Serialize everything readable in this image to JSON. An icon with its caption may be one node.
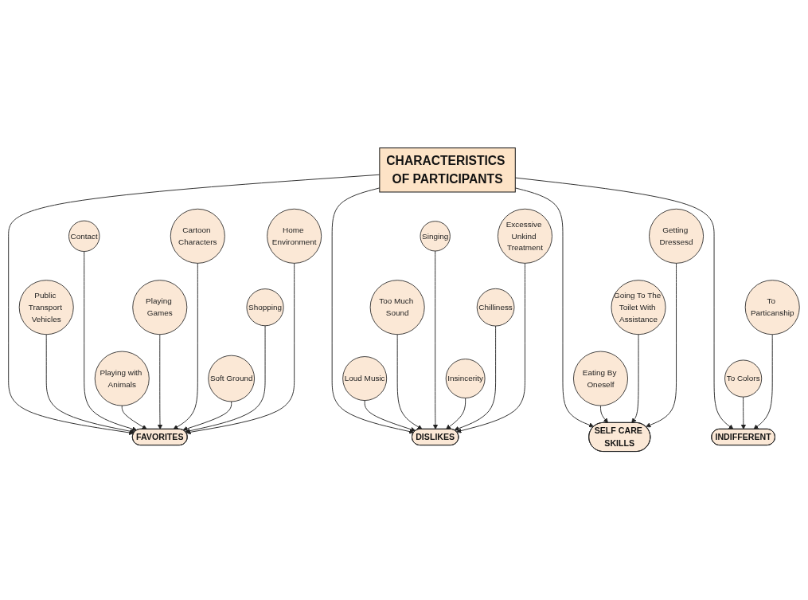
{
  "diagram": {
    "nodes": [
      {
        "text": [
          "CHARACTERISTICS OF PARTICIPANTS"
        ]
      },
      {
        "text": [
          "FAVORITES"
        ]
      },
      {
        "text": [
          "Public Transport Vehicles"
        ]
      },
      {
        "text": [
          "Contact"
        ]
      },
      {
        "text": [
          "Playing with Animals"
        ]
      },
      {
        "text": [
          "Playing Games"
        ]
      },
      {
        "text": [
          "Cartoon Characters"
        ]
      },
      {
        "text": [
          "Soft Ground"
        ]
      },
      {
        "text": [
          "Shopping"
        ]
      },
      {
        "text": [
          "Home Environment"
        ]
      },
      {
        "text": [
          "DISLIKES"
        ]
      },
      {
        "text": [
          "Loud Music"
        ]
      },
      {
        "text": [
          "Too Much Sound"
        ]
      },
      {
        "text": [
          "Singing"
        ]
      },
      {
        "text": [
          "Insincerity"
        ]
      },
      {
        "text": [
          "Chilliness"
        ]
      },
      {
        "text": [
          "Excessive Unkind Treatment"
        ]
      },
      {
        "text": [
          "SELF CARE SKILLS"
        ]
      },
      {
        "text": [
          "Eating By Oneself"
        ]
      },
      {
        "text": [
          "Going To The Toilet With Assistance"
        ]
      },
      {
        "text": [
          "Getting Dressesd"
        ]
      },
      {
        "text": [
          "INDIFFERENT"
        ]
      },
      {
        "text": [
          "To Colors"
        ]
      },
      {
        "text": [
          "To Particanship"
        ]
      }
    ],
    "edges": [
      {
        "from": 0,
        "to": 1,
        "arrow": "to"
      },
      {
        "from": 0,
        "to": 10,
        "arrow": "to"
      },
      {
        "from": 0,
        "to": 17,
        "arrow": "to"
      },
      {
        "from": 0,
        "to": 21,
        "arrow": "to"
      },
      {
        "from": 2,
        "to": 1,
        "arrow": "to"
      },
      {
        "from": 3,
        "to": 1,
        "arrow": "to"
      },
      {
        "from": 4,
        "to": 1,
        "arrow": "to"
      },
      {
        "from": 5,
        "to": 1,
        "arrow": "to"
      },
      {
        "from": 6,
        "to": 1,
        "arrow": "to"
      },
      {
        "from": 7,
        "to": 1,
        "arrow": "to"
      },
      {
        "from": 8,
        "to": 1,
        "arrow": "to"
      },
      {
        "from": 9,
        "to": 1,
        "arrow": "to"
      },
      {
        "from": 11,
        "to": 10,
        "arrow": "to"
      },
      {
        "from": 12,
        "to": 10,
        "arrow": "to"
      },
      {
        "from": 13,
        "to": 10,
        "arrow": "to"
      },
      {
        "from": 14,
        "to": 10,
        "arrow": "to"
      },
      {
        "from": 15,
        "to": 10,
        "arrow": "to"
      },
      {
        "from": 16,
        "to": 10,
        "arrow": "to"
      },
      {
        "from": 18,
        "to": 17,
        "arrow": "to"
      },
      {
        "from": 19,
        "to": 17,
        "arrow": "to"
      },
      {
        "from": 20,
        "to": 17,
        "arrow": "to"
      },
      {
        "from": 22,
        "to": 21,
        "arrow": "to"
      },
      {
        "from": 23,
        "to": 21,
        "arrow": "to"
      }
    ]
  }
}
